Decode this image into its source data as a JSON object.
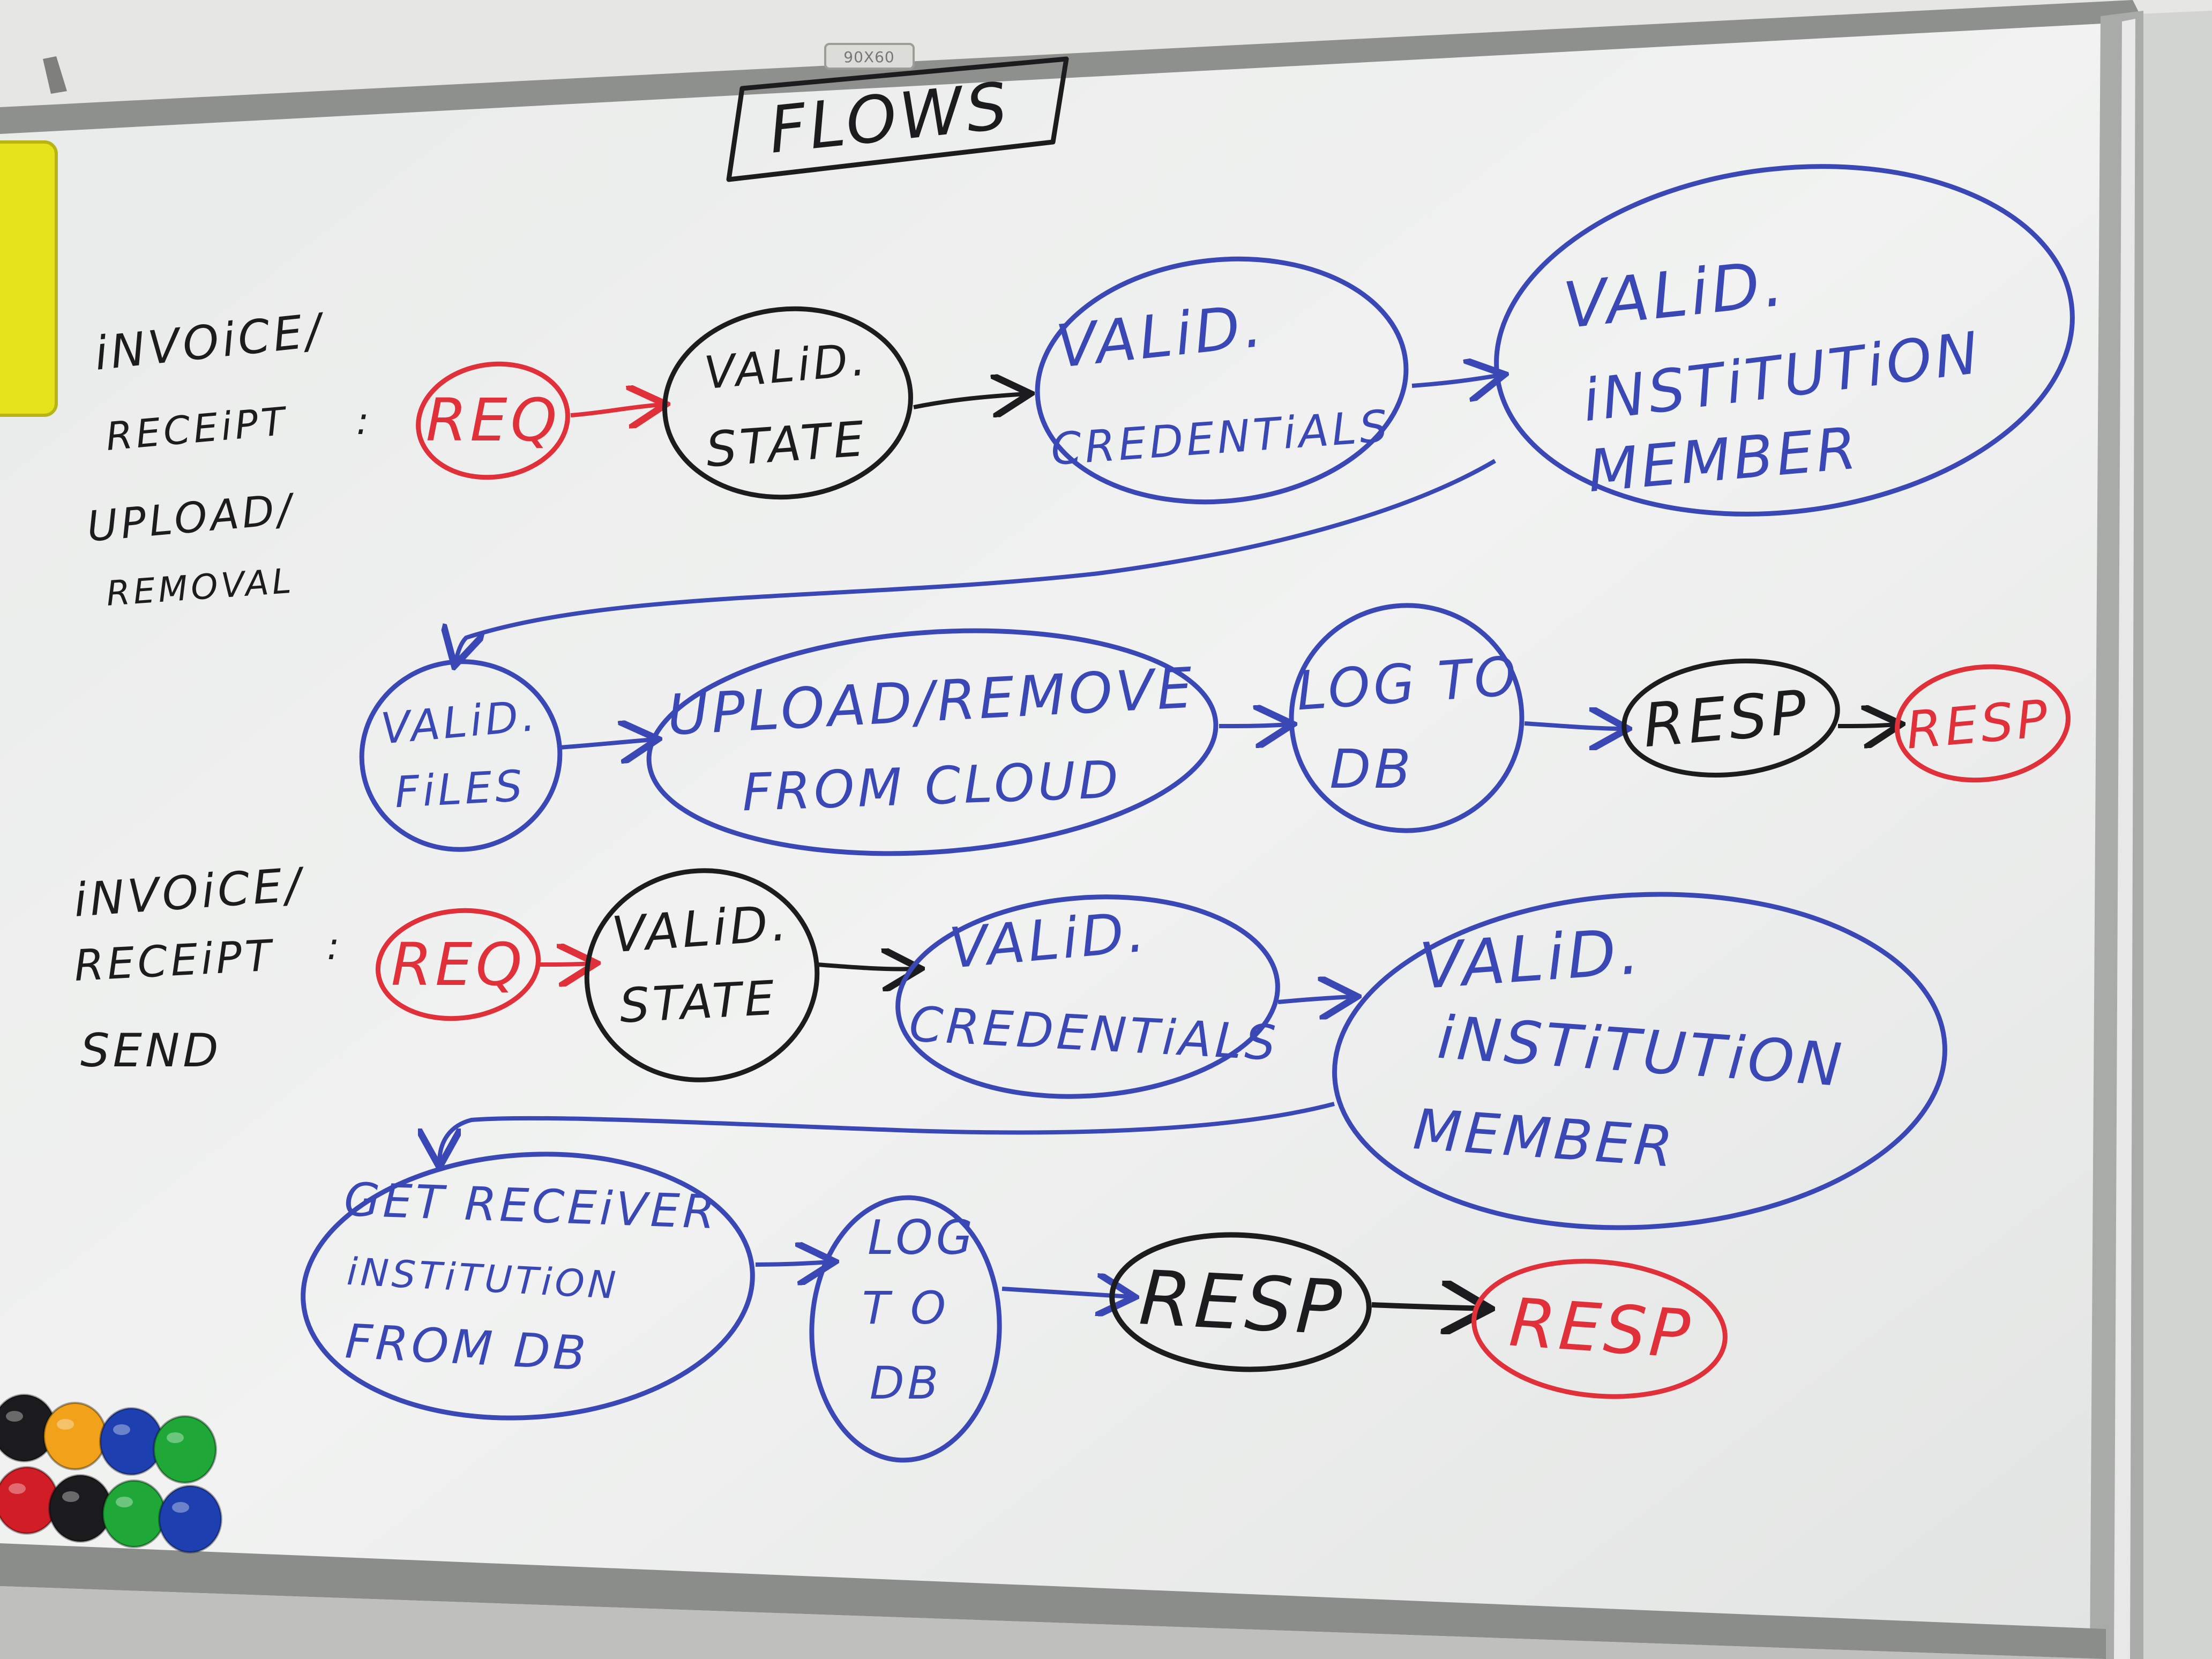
{
  "board": {
    "tag_label": "90X60",
    "title": "FLOWS"
  },
  "colors": {
    "black_marker": "#1c1c1e",
    "blue_marker": "#3a48b5",
    "red_marker": "#e0303a",
    "board_white": "#eef0ee",
    "frame_silver": "#a8aaa8",
    "yellow_note": "#e6e31a"
  },
  "flow1": {
    "label_lines": [
      "iNVOiCE/",
      "RECEiPT",
      "UPLOAD/",
      "REMOVAL"
    ],
    "colon": ":",
    "nodes": {
      "req": "REQ",
      "valid_state": [
        "VALiD.",
        "STATE"
      ],
      "valid_credentials": [
        "VALiD.",
        "CREDENTiALS"
      ],
      "valid_member": [
        "VALiD.",
        "iNSTiTUTiON",
        "MEMBER"
      ],
      "valid_files": [
        "VALiD.",
        "FiLES"
      ],
      "upload_remove": [
        "UPLOAD/REMOVE",
        "FROM  CLOUD"
      ],
      "log_to_db": [
        "LOG  TO",
        "DB"
      ],
      "resp_black": "RESP",
      "resp_red": "RESP"
    }
  },
  "flow2": {
    "label_lines": [
      "iNVOiCE/",
      "RECEiPT",
      "SEND"
    ],
    "colon": ":",
    "nodes": {
      "req": "REQ",
      "valid_state": [
        "VALiD.",
        "STATE"
      ],
      "valid_credentials": [
        "VALiD.",
        "CREDENTiALS"
      ],
      "valid_member": [
        "VALiD.",
        "iNSTiTUTiON",
        "MEMBER"
      ],
      "get_receiver": [
        "GET  RECEiVER",
        "iNSTiTUTiON",
        "FROM  DB"
      ],
      "log_to_db": [
        "LOG",
        "T O",
        "DB"
      ],
      "resp_black": "RESP",
      "resp_red": "RESP"
    }
  },
  "magnets": [
    "black",
    "orange",
    "blue",
    "green",
    "red",
    "black",
    "green",
    "blue"
  ]
}
